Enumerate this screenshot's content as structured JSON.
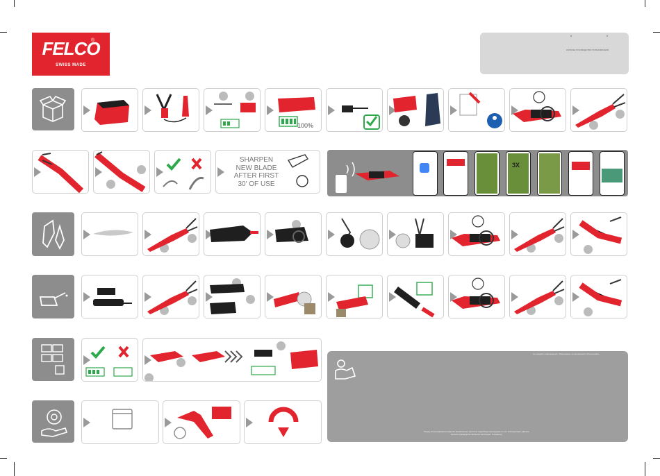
{
  "logo": {
    "brand": "FELCO",
    "reg": "®",
    "tagline": "SWISS MADE"
  },
  "header_box": {
    "text": "КРАТКОЕ РУКОВОДСТВО ПОЛЬЗОВАТЕЛЯ",
    "mark1": "8",
    "mark2": "8"
  },
  "labels": {
    "battery_full": "100%",
    "sharpen": "SHARPEN\nNEW BLADE\nAFTER FIRST\n30' OF USE",
    "times3": "3X"
  },
  "info": {
    "top_line": "на предмет повреждения, повреждены ли мешающего использовать",
    "footer": "Перед использованием изделия внимательно прочтите подробную инструкцию по его эксплуатации. Данное краткое руководство является неполным. Сохраните"
  },
  "icons": {
    "box": "box-icon",
    "tools": "pruner-icon",
    "oil": "oil-can-icon",
    "grid": "calendar-grid-icon",
    "service": "service-gear-icon",
    "book": "manual-reader-icon"
  }
}
